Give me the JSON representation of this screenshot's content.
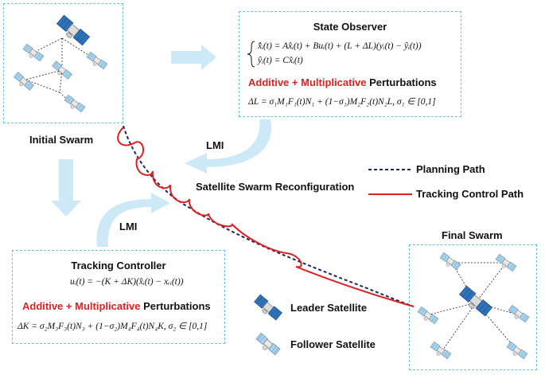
{
  "initial_swarm": {
    "label": "Initial Swarm"
  },
  "final_swarm": {
    "label": "Final Swarm"
  },
  "state_observer": {
    "title": "State Observer",
    "eq1": "x̂̇ᵢ(t) = Ax̂ᵢ(t) + Buᵢ(t) + (L + ΔL)(yᵢ(t) − ŷᵢ(t))",
    "eq2": "ŷᵢ(t) = Cx̂ᵢ(t)",
    "pert_additive": "Additive",
    "pert_plus": " + ",
    "pert_multiplicative": "Multiplicative",
    "pert_rest": " Perturbations",
    "eq3": "ΔL = σ₁M₁F₁(t)N₁ + (1−σ₁)M₂F₂(t)N₂L, σ₁ ∈ [0,1]"
  },
  "tracking_controller": {
    "title": "Tracking Controller",
    "eq1": "uᵢ(t) = −(K + ΔK)(x̂ᵢ(t) − xᵣᵢ(t))",
    "pert_additive": "Additive",
    "pert_plus": " + ",
    "pert_multiplicative": "Multiplicative",
    "pert_rest": " Perturbations",
    "eq2": "ΔK = σ₂M₃F₃(t)N₃ + (1−σ₂)M₄F₄(t)N₄K, σ₂ ∈ [0,1]"
  },
  "lmi_upper": "LMI",
  "lmi_lower": "LMI",
  "center_label": "Satellite Swarm Reconfiguration",
  "legend": {
    "planning": "Planning Path",
    "tracking": "Tracking Control Path"
  },
  "satellite_legend": {
    "leader": "Leader Satellite",
    "follower": "Follower Satellite"
  },
  "colors": {
    "box_border": "#6cc2e6",
    "arrow_fill": "#cde9f8",
    "planning_path": "#1a2a5a",
    "tracking_path": "#e02020",
    "leader_panel": "#2f72b8",
    "follower_panel": "#a8d4f0"
  }
}
